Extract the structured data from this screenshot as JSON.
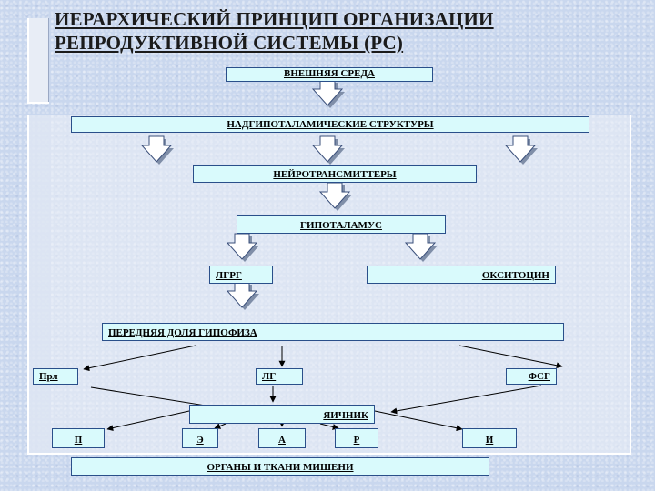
{
  "title": {
    "line1": "ИЕРАРХИЧЕСКИЙ ПРИНЦИП ОРГАНИЗАЦИИ",
    "line2": "РЕПРОДУКТИВНОЙ СИСТЕМЫ (РС)"
  },
  "nodes": {
    "external_env": "ВНЕШНЯЯ СРЕДА",
    "suprahypothalamic": "НАДГИПОТАЛАМИЧЕСКИЕ СТРУКТУРЫ",
    "neurotransmitters": "НЕЙРОТРАНСМИТТЕРЫ",
    "hypothalamus": "ГИПОТАЛАМУС",
    "lhrh": "ЛГРГ",
    "oxytocin": "ОКСИТОЦИН",
    "anterior_pituitary": "ПЕРЕДНЯЯ ДОЛЯ ГИПОФИЗА",
    "prl": "Прл",
    "lh": "ЛГ",
    "fsh": "ФСГ",
    "ovary": "ЯИЧНИК",
    "p": "П",
    "e": "Э",
    "a": "А",
    "r": "Р",
    "i": "И",
    "target_organs": "ОРГАНЫ И ТКАНИ МИШЕНИ"
  }
}
